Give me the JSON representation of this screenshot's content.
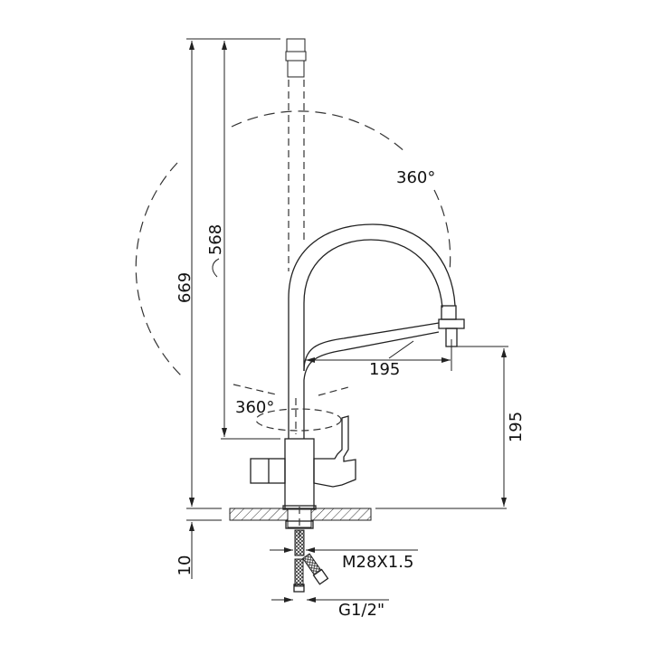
{
  "drawing": {
    "title": "Kitchen faucet dimensional drawing",
    "dimensions": {
      "total_height": "669",
      "spout_height": "568",
      "spout_rotation": "360°",
      "body_rotation": "360°",
      "spout_reach": "195",
      "outlet_height": "195",
      "deck_thickness": "10",
      "thread": "M28X1.5",
      "connection": "G1/2\""
    }
  }
}
